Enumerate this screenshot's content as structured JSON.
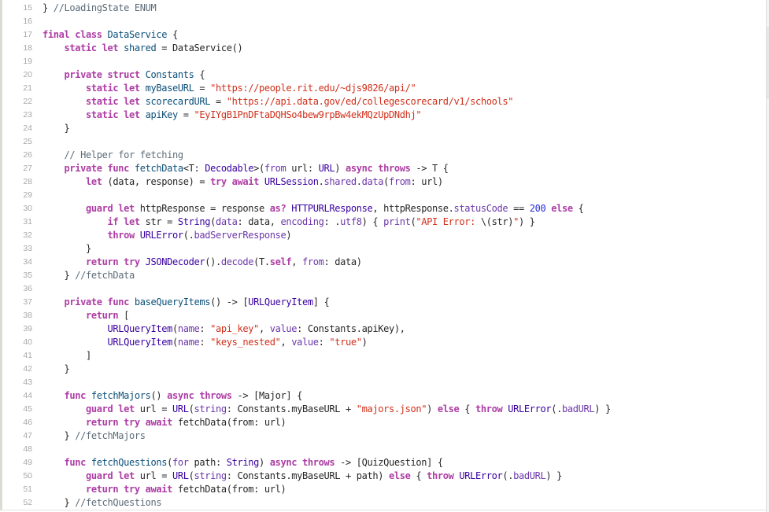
{
  "editor": {
    "language": "swift",
    "colors": {
      "keyword": "#ad3da4",
      "type": "#3900a0",
      "declaration": "#0b4f79",
      "property": "#6c36a9",
      "string": "#d12f1b",
      "comment": "#5d6c79",
      "number": "#272ad8",
      "plain": "#262626",
      "line_number": "#a8a8a8"
    },
    "lines": [
      {
        "n": "15",
        "tokens": [
          [
            "plain",
            "} "
          ],
          [
            "com",
            "//LoadingState ENUM"
          ]
        ]
      },
      {
        "n": "16",
        "tokens": []
      },
      {
        "n": "17",
        "tokens": [
          [
            "kw",
            "final class "
          ],
          [
            "decl",
            "DataService"
          ],
          [
            "plain",
            " {"
          ]
        ]
      },
      {
        "n": "18",
        "tokens": [
          [
            "plain",
            "    "
          ],
          [
            "kw",
            "static let "
          ],
          [
            "decl",
            "shared"
          ],
          [
            "plain",
            " = DataService()"
          ]
        ]
      },
      {
        "n": "19",
        "tokens": []
      },
      {
        "n": "20",
        "tokens": [
          [
            "plain",
            "    "
          ],
          [
            "kw",
            "private struct "
          ],
          [
            "decl",
            "Constants"
          ],
          [
            "plain",
            " {"
          ]
        ]
      },
      {
        "n": "21",
        "tokens": [
          [
            "plain",
            "        "
          ],
          [
            "kw",
            "static let "
          ],
          [
            "decl",
            "myBaseURL"
          ],
          [
            "plain",
            " = "
          ],
          [
            "str",
            "\"https://people.rit.edu/~djs9826/api/\""
          ]
        ]
      },
      {
        "n": "22",
        "tokens": [
          [
            "plain",
            "        "
          ],
          [
            "kw",
            "static let "
          ],
          [
            "decl",
            "scorecardURL"
          ],
          [
            "plain",
            " = "
          ],
          [
            "str",
            "\"https://api.data.gov/ed/collegescorecard/v1/schools\""
          ]
        ]
      },
      {
        "n": "23",
        "tokens": [
          [
            "plain",
            "        "
          ],
          [
            "kw",
            "static let "
          ],
          [
            "decl",
            "apiKey"
          ],
          [
            "plain",
            " = "
          ],
          [
            "str",
            "\"EyIYgB1PnDFtaDQHSo4bew9rpBw4ekMQzUpDNdhj\""
          ]
        ]
      },
      {
        "n": "24",
        "tokens": [
          [
            "plain",
            "    }"
          ]
        ]
      },
      {
        "n": "25",
        "tokens": []
      },
      {
        "n": "26",
        "tokens": [
          [
            "plain",
            "    "
          ],
          [
            "com",
            "// Helper for fetching"
          ]
        ]
      },
      {
        "n": "27",
        "tokens": [
          [
            "plain",
            "    "
          ],
          [
            "kw",
            "private func "
          ],
          [
            "decl",
            "fetchData"
          ],
          [
            "plain",
            "<T: "
          ],
          [
            "type",
            "Decodable"
          ],
          [
            "plain",
            ">("
          ],
          [
            "prop",
            "from"
          ],
          [
            "plain",
            " url: "
          ],
          [
            "type",
            "URL"
          ],
          [
            "plain",
            ") "
          ],
          [
            "kw",
            "async throws"
          ],
          [
            "plain",
            " -> T {"
          ]
        ]
      },
      {
        "n": "28",
        "tokens": [
          [
            "plain",
            "        "
          ],
          [
            "kw",
            "let"
          ],
          [
            "plain",
            " (data, response) = "
          ],
          [
            "kw",
            "try await "
          ],
          [
            "type",
            "URLSession"
          ],
          [
            "plain",
            "."
          ],
          [
            "prop",
            "shared"
          ],
          [
            "plain",
            "."
          ],
          [
            "prop",
            "data"
          ],
          [
            "plain",
            "("
          ],
          [
            "prop",
            "from"
          ],
          [
            "plain",
            ": url)"
          ]
        ]
      },
      {
        "n": "29",
        "tokens": []
      },
      {
        "n": "30",
        "tokens": [
          [
            "plain",
            "        "
          ],
          [
            "kw",
            "guard let"
          ],
          [
            "plain",
            " httpResponse = response "
          ],
          [
            "kw",
            "as?"
          ],
          [
            "plain",
            " "
          ],
          [
            "type",
            "HTTPURLResponse"
          ],
          [
            "plain",
            ", httpResponse."
          ],
          [
            "prop",
            "statusCode"
          ],
          [
            "plain",
            " == "
          ],
          [
            "num",
            "200"
          ],
          [
            "plain",
            " "
          ],
          [
            "kw",
            "else"
          ],
          [
            "plain",
            " {"
          ]
        ]
      },
      {
        "n": "31",
        "tokens": [
          [
            "plain",
            "            "
          ],
          [
            "kw",
            "if let"
          ],
          [
            "plain",
            " str = "
          ],
          [
            "type",
            "String"
          ],
          [
            "plain",
            "("
          ],
          [
            "prop",
            "data"
          ],
          [
            "plain",
            ": data, "
          ],
          [
            "prop",
            "encoding"
          ],
          [
            "plain",
            ": ."
          ],
          [
            "prop",
            "utf8"
          ],
          [
            "plain",
            ") { "
          ],
          [
            "prop",
            "print"
          ],
          [
            "plain",
            "("
          ],
          [
            "str",
            "\"API Error: "
          ],
          [
            "plain",
            "\\(str)"
          ],
          [
            "str",
            "\""
          ],
          [
            "plain",
            ") }"
          ]
        ]
      },
      {
        "n": "32",
        "tokens": [
          [
            "plain",
            "            "
          ],
          [
            "kw",
            "throw "
          ],
          [
            "type",
            "URLError"
          ],
          [
            "plain",
            "(."
          ],
          [
            "prop",
            "badServerResponse"
          ],
          [
            "plain",
            ")"
          ]
        ]
      },
      {
        "n": "33",
        "tokens": [
          [
            "plain",
            "        }"
          ]
        ]
      },
      {
        "n": "34",
        "tokens": [
          [
            "plain",
            "        "
          ],
          [
            "kw",
            "return try "
          ],
          [
            "type",
            "JSONDecoder"
          ],
          [
            "plain",
            "()."
          ],
          [
            "prop",
            "decode"
          ],
          [
            "plain",
            "(T."
          ],
          [
            "kw",
            "self"
          ],
          [
            "plain",
            ", "
          ],
          [
            "prop",
            "from"
          ],
          [
            "plain",
            ": data)"
          ]
        ]
      },
      {
        "n": "35",
        "tokens": [
          [
            "plain",
            "    } "
          ],
          [
            "com",
            "//fetchData"
          ]
        ]
      },
      {
        "n": "36",
        "tokens": []
      },
      {
        "n": "37",
        "tokens": [
          [
            "plain",
            "    "
          ],
          [
            "kw",
            "private func "
          ],
          [
            "decl",
            "baseQueryItems"
          ],
          [
            "plain",
            "() -> ["
          ],
          [
            "type",
            "URLQueryItem"
          ],
          [
            "plain",
            "] {"
          ]
        ]
      },
      {
        "n": "38",
        "tokens": [
          [
            "plain",
            "        "
          ],
          [
            "kw",
            "return"
          ],
          [
            "plain",
            " ["
          ]
        ]
      },
      {
        "n": "39",
        "tokens": [
          [
            "plain",
            "            "
          ],
          [
            "type",
            "URLQueryItem"
          ],
          [
            "plain",
            "("
          ],
          [
            "prop",
            "name"
          ],
          [
            "plain",
            ": "
          ],
          [
            "str",
            "\"api_key\""
          ],
          [
            "plain",
            ", "
          ],
          [
            "prop",
            "value"
          ],
          [
            "plain",
            ": Constants.apiKey),"
          ]
        ]
      },
      {
        "n": "40",
        "tokens": [
          [
            "plain",
            "            "
          ],
          [
            "type",
            "URLQueryItem"
          ],
          [
            "plain",
            "("
          ],
          [
            "prop",
            "name"
          ],
          [
            "plain",
            ": "
          ],
          [
            "str",
            "\"keys_nested\""
          ],
          [
            "plain",
            ", "
          ],
          [
            "prop",
            "value"
          ],
          [
            "plain",
            ": "
          ],
          [
            "str",
            "\"true\""
          ],
          [
            "plain",
            ")"
          ]
        ]
      },
      {
        "n": "41",
        "tokens": [
          [
            "plain",
            "        ]"
          ]
        ]
      },
      {
        "n": "42",
        "tokens": [
          [
            "plain",
            "    }"
          ]
        ]
      },
      {
        "n": "43",
        "tokens": []
      },
      {
        "n": "44",
        "tokens": [
          [
            "plain",
            "    "
          ],
          [
            "kw",
            "func "
          ],
          [
            "decl",
            "fetchMajors"
          ],
          [
            "plain",
            "() "
          ],
          [
            "kw",
            "async throws"
          ],
          [
            "plain",
            " -> [Major] {"
          ]
        ]
      },
      {
        "n": "45",
        "tokens": [
          [
            "plain",
            "        "
          ],
          [
            "kw",
            "guard let"
          ],
          [
            "plain",
            " url = "
          ],
          [
            "type",
            "URL"
          ],
          [
            "plain",
            "("
          ],
          [
            "prop",
            "string"
          ],
          [
            "plain",
            ": Constants.myBaseURL + "
          ],
          [
            "str",
            "\"majors.json\""
          ],
          [
            "plain",
            ") "
          ],
          [
            "kw",
            "else"
          ],
          [
            "plain",
            " { "
          ],
          [
            "kw",
            "throw "
          ],
          [
            "type",
            "URLError"
          ],
          [
            "plain",
            "(."
          ],
          [
            "prop",
            "badURL"
          ],
          [
            "plain",
            ") }"
          ]
        ]
      },
      {
        "n": "46",
        "tokens": [
          [
            "plain",
            "        "
          ],
          [
            "kw",
            "return try await"
          ],
          [
            "plain",
            " fetchData(from: url)"
          ]
        ]
      },
      {
        "n": "47",
        "tokens": [
          [
            "plain",
            "    } "
          ],
          [
            "com",
            "//fetchMajors"
          ]
        ]
      },
      {
        "n": "48",
        "tokens": []
      },
      {
        "n": "49",
        "tokens": [
          [
            "plain",
            "    "
          ],
          [
            "kw",
            "func "
          ],
          [
            "decl",
            "fetchQuestions"
          ],
          [
            "plain",
            "("
          ],
          [
            "prop",
            "for"
          ],
          [
            "plain",
            " path: "
          ],
          [
            "type",
            "String"
          ],
          [
            "plain",
            ") "
          ],
          [
            "kw",
            "async throws"
          ],
          [
            "plain",
            " -> [QuizQuestion] {"
          ]
        ]
      },
      {
        "n": "50",
        "tokens": [
          [
            "plain",
            "        "
          ],
          [
            "kw",
            "guard let"
          ],
          [
            "plain",
            " url = "
          ],
          [
            "type",
            "URL"
          ],
          [
            "plain",
            "("
          ],
          [
            "prop",
            "string"
          ],
          [
            "plain",
            ": Constants.myBaseURL + path) "
          ],
          [
            "kw",
            "else"
          ],
          [
            "plain",
            " { "
          ],
          [
            "kw",
            "throw "
          ],
          [
            "type",
            "URLError"
          ],
          [
            "plain",
            "(."
          ],
          [
            "prop",
            "badURL"
          ],
          [
            "plain",
            ") }"
          ]
        ]
      },
      {
        "n": "51",
        "tokens": [
          [
            "plain",
            "        "
          ],
          [
            "kw",
            "return try await"
          ],
          [
            "plain",
            " fetchData(from: url)"
          ]
        ]
      },
      {
        "n": "52",
        "tokens": [
          [
            "plain",
            "    } "
          ],
          [
            "com",
            "//fetchQuestions"
          ]
        ]
      }
    ]
  }
}
